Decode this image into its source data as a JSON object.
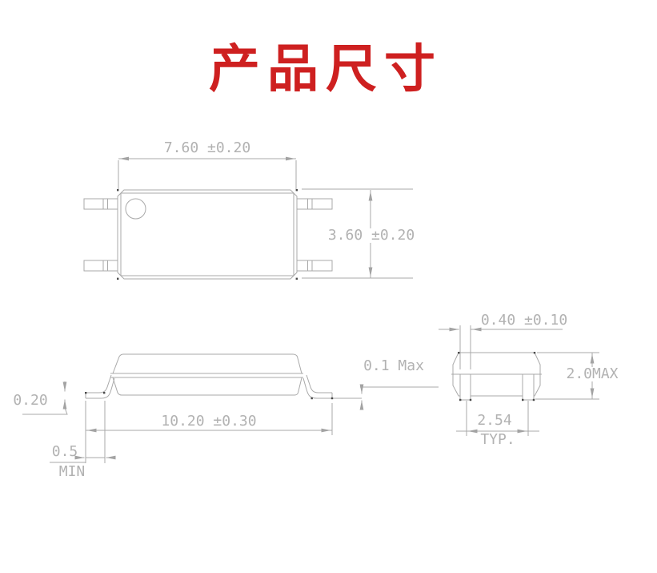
{
  "title": {
    "text": "产品尺寸"
  },
  "drawing": {
    "type": "mechanical-dimension-drawing",
    "top_view": {
      "width_dim": "7.60 ±0.20",
      "height_dim": "3.60 ±0.20"
    },
    "side_view": {
      "lead_thickness_dim": "0.20",
      "lead_span_dim": "10.20 ±0.30",
      "foot_length_dim": "0.5",
      "foot_length_qualifier": "MIN",
      "standoff_dim": "0.1 Max"
    },
    "end_view": {
      "lead_width_dim": "0.40 ±0.10",
      "body_height_dim": "2.0MAX",
      "lead_pitch_dim": "2.54",
      "lead_pitch_qualifier": "TYP."
    }
  },
  "colors": {
    "title_red": "#ce2020",
    "line_gray": "#a9a9a9",
    "dim_text_gray": "#b2b2b2",
    "background": "#ffffff"
  }
}
